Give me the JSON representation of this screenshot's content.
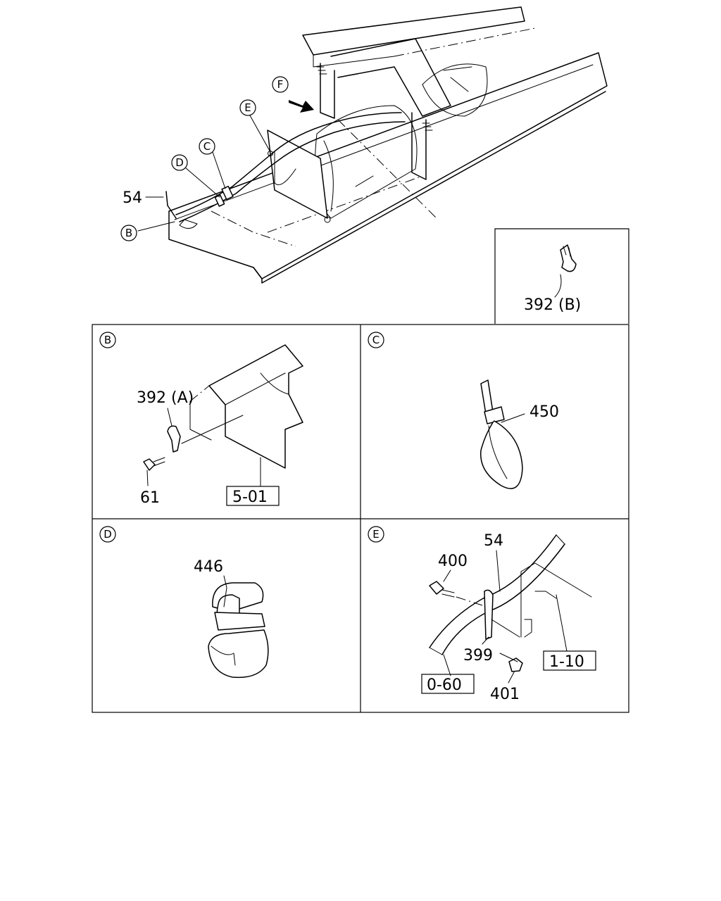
{
  "overview": {
    "callouts": {
      "B": "B",
      "C": "C",
      "D": "D",
      "E": "E",
      "F": "F"
    },
    "part_54": "54",
    "inset_part": "392 (B)"
  },
  "panels": {
    "B": {
      "letter": "B",
      "part_clip": "392 (A)",
      "part_bolt": "61",
      "ref": "5-01"
    },
    "C": {
      "letter": "C",
      "part_tie": "450"
    },
    "D": {
      "letter": "D",
      "part_clip": "446"
    },
    "E": {
      "letter": "E",
      "part_pipe": "54",
      "part_bolt": "400",
      "part_bracket": "399",
      "part_nut": "401",
      "ref_left": "0-60",
      "ref_right": "1-10"
    }
  }
}
